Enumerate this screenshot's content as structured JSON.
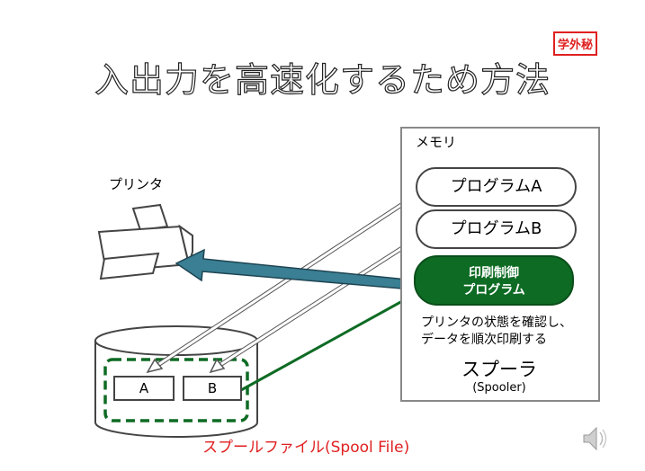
{
  "title": "入出力を高速化するため方法",
  "secret_badge": "学外秘",
  "memory": {
    "label": "メモリ",
    "program_a": "プログラムA",
    "program_b": "プログラムB",
    "print_control_line1": "印刷制御",
    "print_control_line2": "プログラム",
    "description_line1": "プリンタの状態を確認し、",
    "description_line2": "データを順次印刷する",
    "spooler": "スプーラ",
    "spooler_en": "(Spooler)"
  },
  "printer": {
    "label": "プリンタ"
  },
  "disk": {
    "file_a": "A",
    "file_b": "B",
    "label": "スプールファイル(Spool File)"
  },
  "colors": {
    "accent_red": "#e02020",
    "control_green": "#0e6b24",
    "arrow_teal": "#3a7f93"
  },
  "icons": [
    "printer-icon",
    "disk-cylinder-icon",
    "speaker-icon"
  ]
}
